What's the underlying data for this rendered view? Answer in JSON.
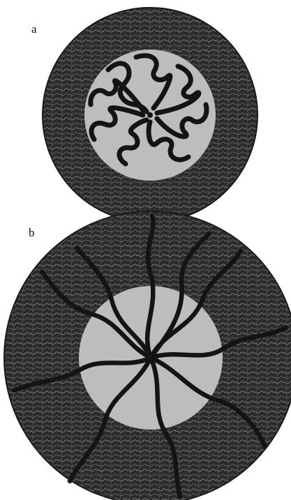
{
  "panels": [
    {
      "label": "a",
      "description_key": "micelle-small"
    },
    {
      "label": "b",
      "description_key": "micelle-large"
    }
  ],
  "colors": {
    "background": "#ffffff",
    "corona": "#2b2b2b",
    "corona_texture": "#8a8a8a",
    "core": "#bdbdbd",
    "chain": "#141414"
  }
}
